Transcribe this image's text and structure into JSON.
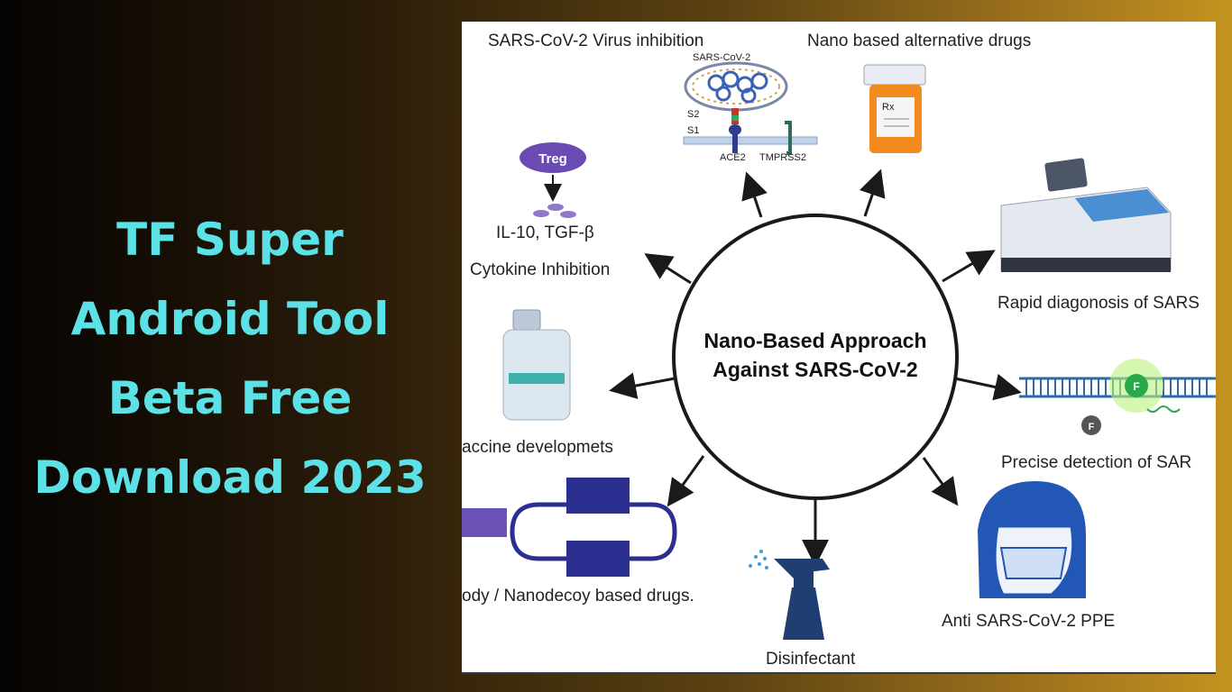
{
  "title": {
    "line1": "TF Super",
    "line2": "Android Tool",
    "line3": "Beta Free",
    "line4": "Download 2023"
  },
  "colors": {
    "title_text": "#5ce1e6",
    "background_left": "#050302",
    "background_right": "#c4931f",
    "diagram_accent": "#3b63b5"
  },
  "diagram": {
    "center_line1": "Nano-Based Approach",
    "center_line2": "Against SARS-CoV-2",
    "labels": {
      "virus_inhibition": "SARS-CoV-2 Virus inhibition",
      "alt_drugs": "Nano based alternative drugs",
      "cytokine": "Cytokine Inhibition",
      "rapid_diag": "Rapid diagonosis of SARS",
      "vaccine": "accine developmets",
      "precise_detect": "Precise detection of SAR",
      "antibody": "ody / Nanodecoy based drugs.",
      "ppe": "Anti SARS-CoV-2 PPE",
      "disinfectant": "Disinfectant"
    },
    "small_text": {
      "sars_cov2": "SARS-CoV-2",
      "s2": "S2",
      "s1": "S1",
      "ace2": "ACE2",
      "tmprss2": "TMPRSS2",
      "treg": "Treg",
      "il10": "IL-10, TGF-β",
      "rx": "Rx",
      "f": "F"
    }
  }
}
